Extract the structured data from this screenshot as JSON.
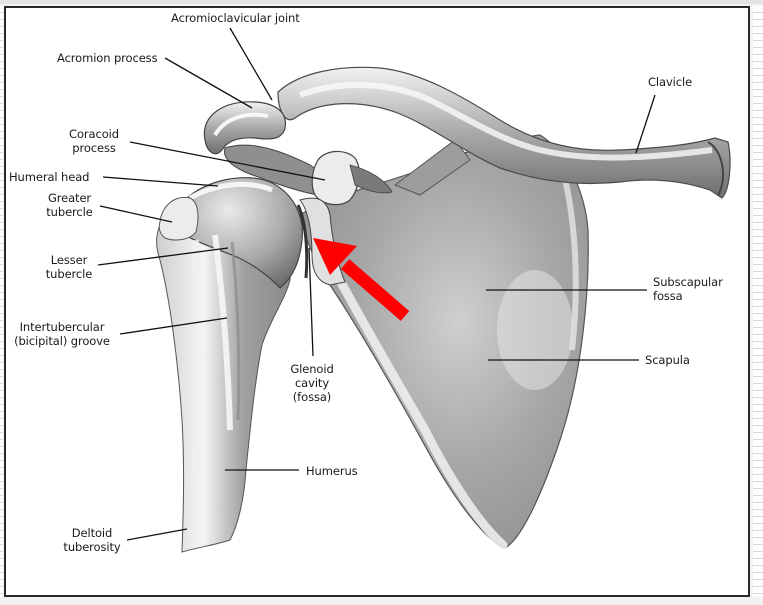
{
  "figure": {
    "subject": "Anterior view of the right shoulder: humerus, scapula and clavicle",
    "colors": {
      "border": "#2a2a2a",
      "background": "#ffffff",
      "bone_light": "#efefef",
      "bone_mid": "#bdbdbd",
      "bone_dark": "#6e6e6e",
      "leader_line": "#111111",
      "arrow": "#ff0000"
    },
    "arrow": {
      "color": "#ff0000",
      "points_to": "Glenoid cavity (fossa)",
      "icon": "red-arrow-icon"
    }
  },
  "labels": {
    "acromioclavicular_joint": "Acromioclavicular joint",
    "acromion_process": "Acromion process",
    "clavicle": "Clavicle",
    "coracoid_process": {
      "line1": "Coracoid",
      "line2": "process"
    },
    "humeral_head": "Humeral head",
    "greater_tubercle": {
      "line1": "Greater",
      "line2": "tubercle"
    },
    "lesser_tubercle": {
      "line1": "Lesser",
      "line2": "tubercle"
    },
    "intertubercular_groove": {
      "line1": "Intertubercular",
      "line2": "(bicipital) groove"
    },
    "glenoid_cavity": {
      "line1": "Glenoid",
      "line2": "cavity",
      "line3": "(fossa)"
    },
    "subscapular_fossa": {
      "line1": "Subscapular",
      "line2": "fossa"
    },
    "scapula": "Scapula",
    "humerus": "Humerus",
    "deltoid_tuberosity": {
      "line1": "Deltoid",
      "line2": "tuberosity"
    }
  }
}
